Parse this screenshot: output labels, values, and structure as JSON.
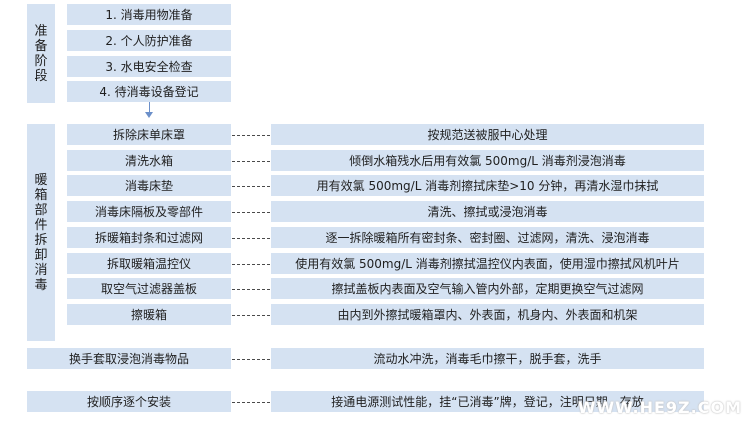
{
  "prep": {
    "label": "准备阶段",
    "steps": [
      "1. 消毒用物准备",
      "2. 个人防护准备",
      "3. 水电安全检查",
      "4. 待消毒设备登记"
    ]
  },
  "disassembly": {
    "label": "暖箱部件拆卸消毒",
    "rows": [
      {
        "left": "拆除床单床罩",
        "right": "按规范送被服中心处理"
      },
      {
        "left": "清洗水箱",
        "right": "倾倒水箱残水后用有效氯 500mg/L 消毒剂浸泡消毒"
      },
      {
        "left": "消毒床垫",
        "right": "用有效氯 500mg/L 消毒剂擦拭床垫>10 分钟，再清水湿巾抹拭"
      },
      {
        "left": "消毒床隔板及零部件",
        "right": "清洗、擦拭或浸泡消毒"
      },
      {
        "left": "拆暖箱封条和过滤网",
        "right": "逐一拆除暖箱所有密封条、密封圈、过滤网，清洗、浸泡消毒"
      },
      {
        "left": "拆取暖箱温控仪",
        "right": "使用有效氯 500mg/L 消毒剂擦拭温控仪内表面，使用湿巾擦拭风机叶片"
      },
      {
        "left": "取空气过滤器盖板",
        "right": "擦拭盖板内表面及空气输入管内外部，定期更换空气过滤网"
      },
      {
        "left": "擦暖箱",
        "right": "由内到外擦拭暖箱罩内、外表面，机身内、外表面和机架"
      }
    ]
  },
  "glove": {
    "left": "换手套取浸泡消毒物品",
    "right": "流动水冲洗，消毒毛巾擦干，脱手套，洗手"
  },
  "install": {
    "left": "按顺序逐个安装",
    "right": "接通电源测试性能，挂“已消毒”牌，登记，注明日期，存放"
  },
  "watermark": "WWW.HE9Z.COM"
}
